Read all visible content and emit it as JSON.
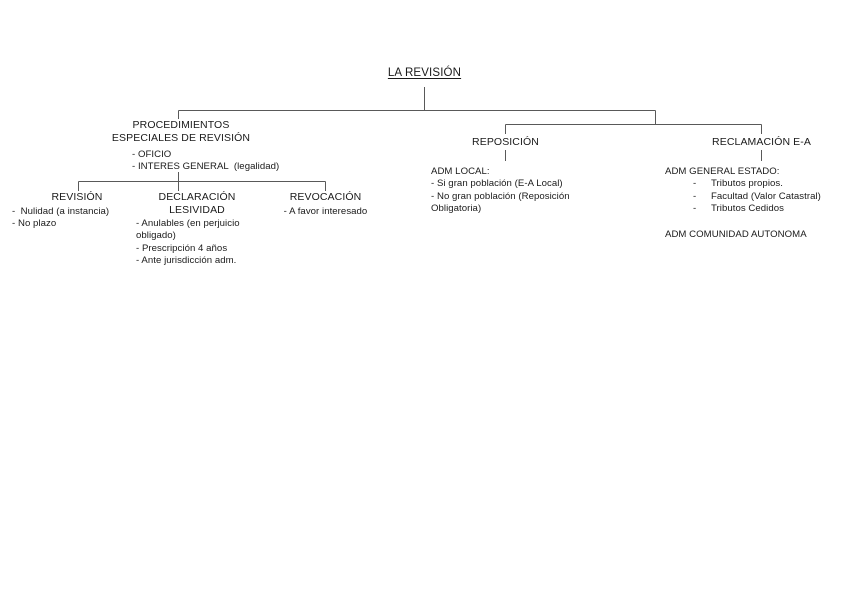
{
  "document": {
    "title": "LA REVISIÓN",
    "type": "hierarchical-tree-diagram",
    "language": "es",
    "line_color": "#595959",
    "text_color": "#1a1a1a",
    "background": "#ffffff"
  },
  "root": {
    "label": "LA REVISIÓN",
    "underlined": true
  },
  "branches": {
    "procedimientos": {
      "title_line1": "PROCEDIMIENTOS",
      "title_line2": "ESPECIALES DE REVISIÓN",
      "bullets": [
        "- OFICIO",
        "- INTERES GENERAL  (legalidad)"
      ],
      "children": [
        {
          "title_line1": "REVISIÓN",
          "title_line2": "",
          "bullets": [
            "-  Nulidad (a instancia)",
            "- No plazo"
          ]
        },
        {
          "title_line1": "DECLARACIÓN",
          "title_line2": "LESIVIDAD",
          "bullets": [
            "- Anulables (en perjuicio obligado)",
            "- Prescripción 4 años",
            "- Ante jurisdicción adm."
          ]
        },
        {
          "title_line1": "REVOCACIÓN",
          "title_line2": "",
          "bullets": [
            "- A favor interesado"
          ]
        }
      ]
    },
    "reposicion": {
      "title": "REPOSICIÓN",
      "heading": "ADM LOCAL:",
      "bullets": [
        "- Si gran población (E-A Local)",
        "- No gran población (Reposición Obligatoria)"
      ]
    },
    "reclamacion": {
      "title": "RECLAMACIÓN E-A",
      "heading": "ADM GENERAL ESTADO:",
      "dash_items": [
        "Tributos propios.",
        "Facultad (Valor Catastral)",
        "Tributos Cedidos"
      ],
      "footer": "ADM COMUNIDAD AUTONOMA"
    }
  }
}
